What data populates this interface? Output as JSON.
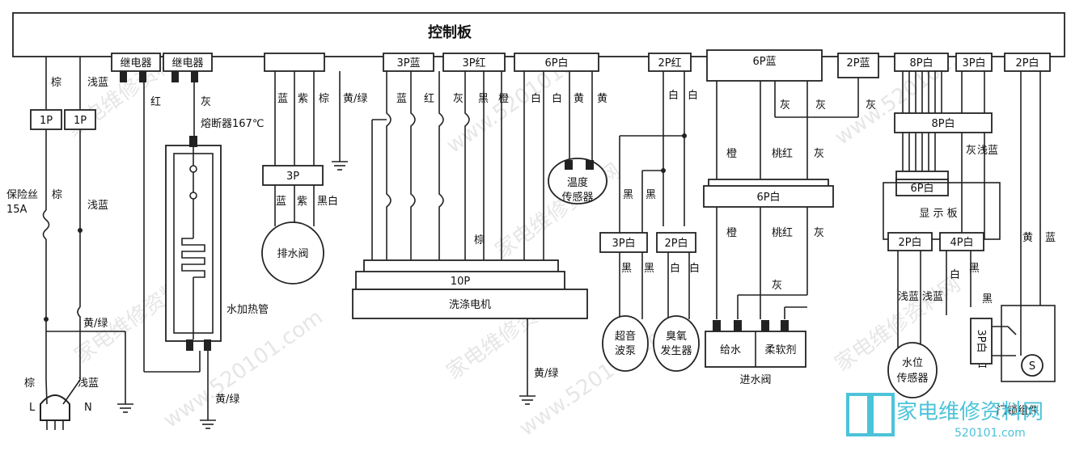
{
  "title": "控制板",
  "connectors": {
    "relay1": "继电器",
    "relay2": "继电器",
    "c3p_blue": "3P蓝",
    "c3p_red": "3P红",
    "c6p_white_top": "6P白",
    "c2p_red": "2P红",
    "c6p_blue": "6P蓝",
    "c2p_blue": "2P蓝",
    "c8p_white_top": "8P白",
    "c3p_white_top": "3P白",
    "c2p_white_top": "2P白",
    "c8p_white_mid": "8P白",
    "c6p_white_disp": "6P白",
    "c2p_white_disp": "2P白",
    "c4p_white_disp": "4P白",
    "c3p_drain": "3P",
    "c6p_white_valve": "6P白",
    "c3p_white_pump": "3P白",
    "c2p_white_ozone": "2P白",
    "c10p": "10P",
    "c1p_a": "1P",
    "c1p_b": "1P",
    "c3p_lock": "3P白"
  },
  "components": {
    "fuse": "保险丝",
    "fuse_rating": "15A",
    "thermal_fuse": "熔断器167℃",
    "heater": "水加热管",
    "drain_valve": "排水阀",
    "motor": "洗涤电机",
    "temp_sensor": [
      "温度",
      "传感器"
    ],
    "ultrasonic_pump": [
      "超音",
      "波泵"
    ],
    "ozone_gen": [
      "臭氧",
      "发生器"
    ],
    "inlet_feed": "给水",
    "inlet_softener": "柔软剂",
    "inlet_valve": "进水阀",
    "display_board": "显 示 板",
    "level_sensor": [
      "水位",
      "传感器"
    ],
    "door_lock": "门锁组件",
    "plug_l": "L",
    "plug_n": "N",
    "lock_s": "S"
  },
  "wire_labels": {
    "brown": "棕",
    "light_blue": "浅蓝",
    "red": "红",
    "gray": "灰",
    "blue": "蓝",
    "purple": "紫",
    "yellow_green": "黄/绿",
    "orange": "橙",
    "white": "白",
    "black": "黑",
    "yellow": "黄",
    "pink_red": "桃红",
    "black_white": "黑白"
  },
  "watermark": {
    "text": "家电维修资料网",
    "url": "www.520101.com",
    "logo_cn": "家电维修资料网",
    "logo_url": "520101.com"
  },
  "colors": {
    "line": "#222222",
    "watermark": "#c8c8c8",
    "logo_cyan": "#4cc3d9"
  }
}
